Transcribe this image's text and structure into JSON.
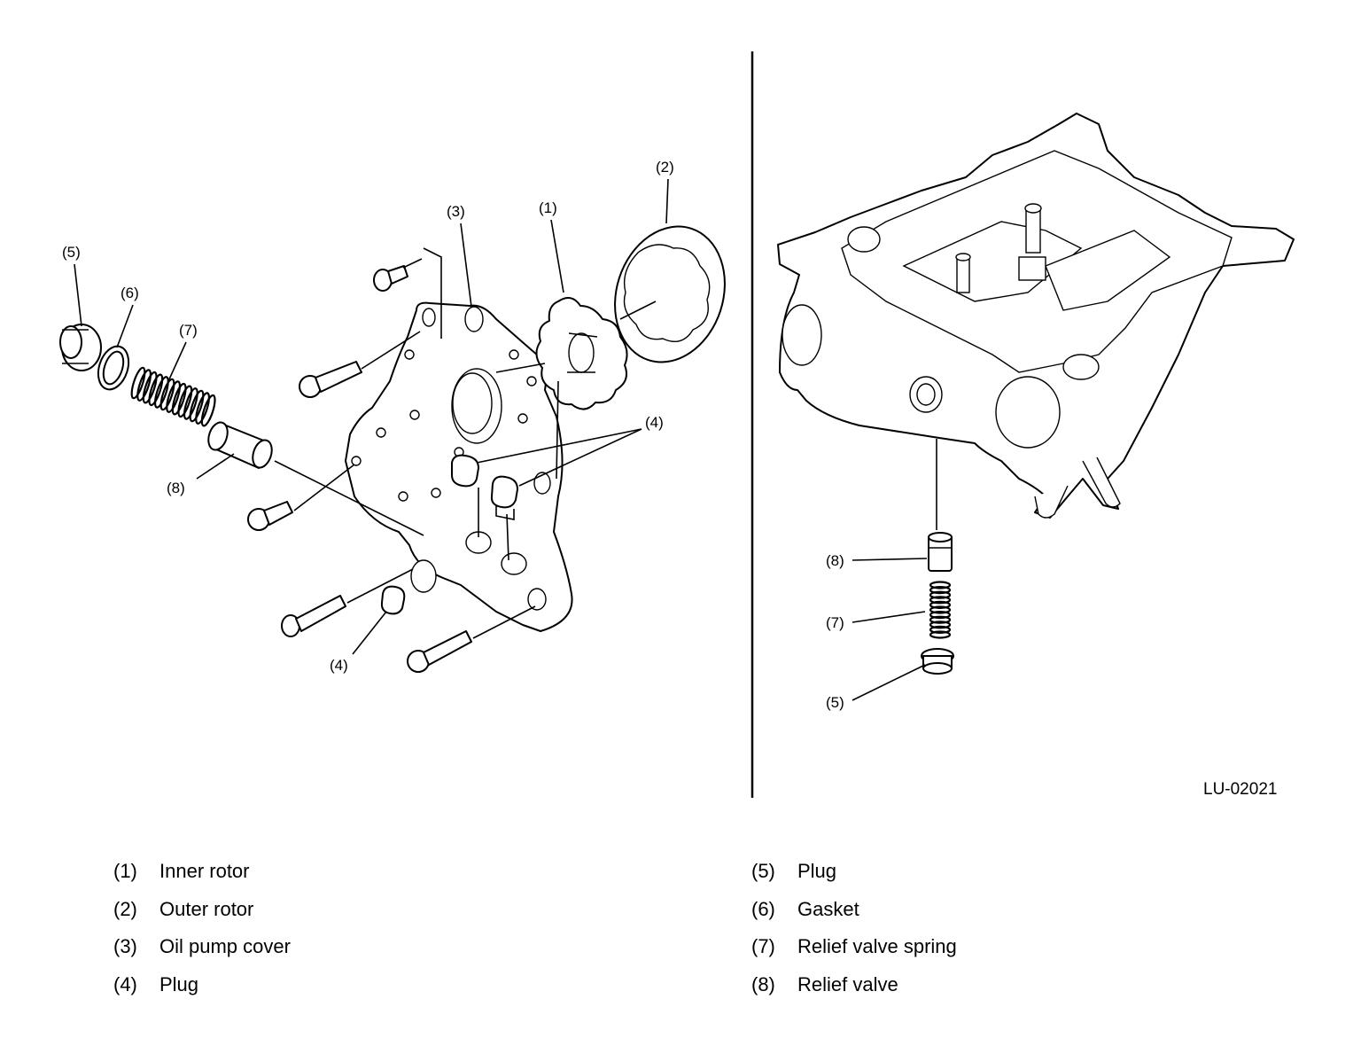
{
  "figure_code": "LU-02021",
  "left_callouts": {
    "c5": "(5)",
    "c6": "(6)",
    "c7": "(7)",
    "c8": "(8)",
    "c3": "(3)",
    "c1": "(1)",
    "c2": "(2)",
    "c4a": "(4)",
    "c4b": "(4)"
  },
  "right_callouts": {
    "c8": "(8)",
    "c7": "(7)",
    "c5": "(5)"
  },
  "legend": {
    "left": [
      {
        "num": "(1)",
        "name": "Inner rotor"
      },
      {
        "num": "(2)",
        "name": "Outer rotor"
      },
      {
        "num": "(3)",
        "name": "Oil pump cover"
      },
      {
        "num": "(4)",
        "name": "Plug"
      }
    ],
    "right": [
      {
        "num": "(5)",
        "name": "Plug"
      },
      {
        "num": "(6)",
        "name": "Gasket"
      },
      {
        "num": "(7)",
        "name": "Relief valve spring"
      },
      {
        "num": "(8)",
        "name": "Relief valve"
      }
    ]
  }
}
